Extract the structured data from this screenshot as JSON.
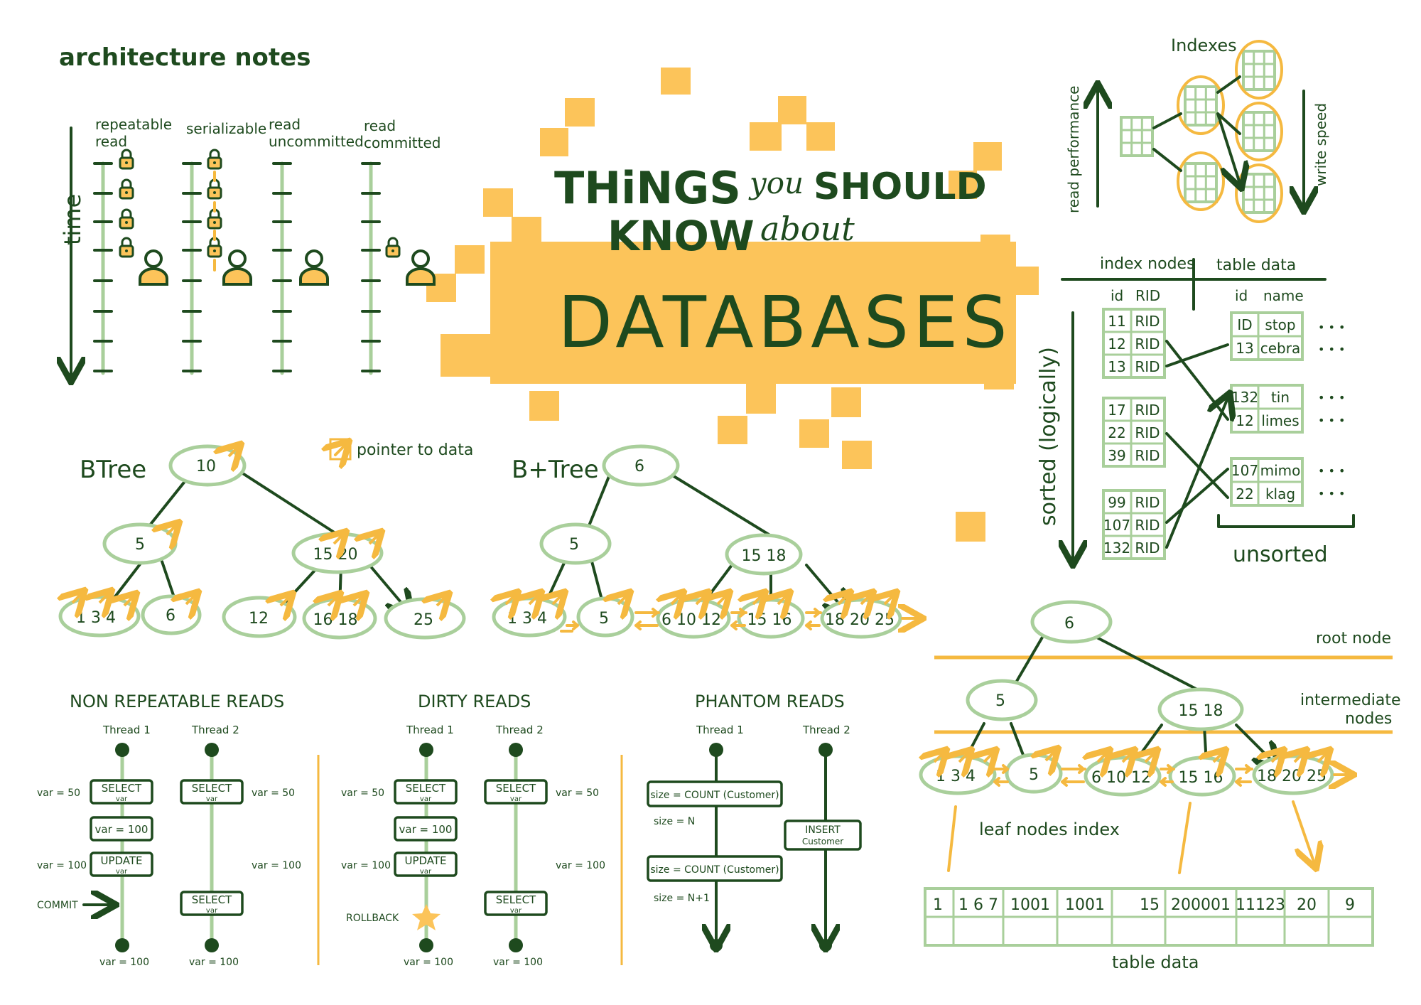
{
  "header": {
    "title": "architecture notes"
  },
  "hero": {
    "line1": "THiNGS",
    "you": "you",
    "should": "SHOULD",
    "know": "KNOW",
    "about": "about",
    "main": "DATABASES"
  },
  "isolation": {
    "time_label": "time",
    "levels": [
      "repeatable read",
      "serializable",
      "read uncommitted",
      "read committed"
    ],
    "levels_split": [
      [
        "repeatable",
        "read"
      ],
      [
        "serializable",
        ""
      ],
      [
        "read",
        "uncommitted"
      ],
      [
        "read",
        "committed"
      ]
    ]
  },
  "legend": {
    "pointer": "pointer to data"
  },
  "btree": {
    "title": "BTree",
    "root": "10",
    "mid": [
      "5",
      "15  20"
    ],
    "leaves": [
      "1 3 4",
      "6",
      "12",
      "16 18",
      "25"
    ]
  },
  "bplustree": {
    "title": "B+Tree",
    "root": "6",
    "mid": [
      "5",
      "15  18"
    ],
    "leaves": [
      "1 3 4",
      "5",
      "6 10 12",
      "15 16",
      "18 20 25"
    ]
  },
  "indexes": {
    "title": "Indexes",
    "read_label": "read performance",
    "write_label": "write speed"
  },
  "index_table": {
    "left_header": "index nodes",
    "right_header": "table data",
    "left_cols": [
      "id",
      "RID"
    ],
    "right_cols": [
      "id",
      "name"
    ],
    "sorted_label": "sorted (logically)",
    "unsorted_label": "unsorted",
    "index_groups": [
      [
        [
          "11",
          "RID"
        ],
        [
          "12",
          "RID"
        ],
        [
          "13",
          "RID"
        ]
      ],
      [
        [
          "17",
          "RID"
        ],
        [
          "22",
          "RID"
        ],
        [
          "39",
          "RID"
        ]
      ],
      [
        [
          "99",
          "RID"
        ],
        [
          "107",
          "RID"
        ],
        [
          "132",
          "RID"
        ]
      ]
    ],
    "data_groups": [
      [
        [
          "ID",
          "stop"
        ],
        [
          "13",
          "cebra"
        ]
      ],
      [
        [
          "132",
          "tin"
        ],
        [
          "12",
          "limes"
        ]
      ],
      [
        [
          "107",
          "mimo"
        ],
        [
          "22",
          "klag"
        ]
      ]
    ],
    "ellipsis": "• • •"
  },
  "btree_big": {
    "root": "6",
    "mid": [
      "5",
      "15  18"
    ],
    "leaves": [
      "1 3 4",
      "5",
      "6 10 12",
      "15 16",
      "18 20 25"
    ],
    "root_label": "root node",
    "intermediate_label": [
      "intermediate",
      "nodes"
    ],
    "leaf_label": "leaf nodes index",
    "table_label": "table data",
    "table_cells": [
      "1",
      "1 6 7",
      "1001",
      "1001",
      "15",
      "200001",
      "11123",
      "20",
      "9"
    ]
  },
  "anomalies": [
    {
      "title": "NON REPEATABLE READS",
      "thread1": "Thread 1",
      "thread2": "Thread 2",
      "t1_boxes": [
        [
          "SELECT",
          "var"
        ],
        [
          "var = 100",
          ""
        ],
        [
          "UPDATE",
          "var"
        ]
      ],
      "t2_boxes": [
        [
          "SELECT",
          "var"
        ],
        [
          "SELECT",
          "var"
        ]
      ],
      "left_notes": [
        "var = 50",
        "var = 100",
        "COMMIT"
      ],
      "right_notes": [
        "var = 50",
        "var = 100"
      ],
      "end_notes": [
        "var = 100",
        "var = 100"
      ]
    },
    {
      "title": "DIRTY READS",
      "thread1": "Thread 1",
      "thread2": "Thread 2",
      "t1_boxes": [
        [
          "SELECT",
          "var"
        ],
        [
          "var = 100",
          ""
        ],
        [
          "UPDATE",
          "var"
        ]
      ],
      "t2_boxes": [
        [
          "SELECT",
          "var"
        ],
        [
          "SELECT",
          "var"
        ]
      ],
      "left_notes": [
        "var = 50",
        "var = 100",
        "ROLLBACK"
      ],
      "right_notes": [
        "var = 50",
        "var = 100"
      ],
      "end_notes": [
        "var = 100",
        "var = 100"
      ]
    },
    {
      "title": "PHANTOM READS",
      "thread1": "Thread 1",
      "thread2": "Thread 2",
      "t1_boxes": [
        [
          "size = COUNT (Customer)",
          ""
        ],
        [
          "size = COUNT (Customer)",
          ""
        ]
      ],
      "t2_boxes": [
        [
          "INSERT",
          "Customer"
        ]
      ],
      "left_notes": [
        "size = N",
        "size = N+1"
      ]
    }
  ],
  "colors": {
    "dark_green": "#1e4a1e",
    "light_green": "#a9cf9b",
    "yellow": "#fcc45a"
  }
}
